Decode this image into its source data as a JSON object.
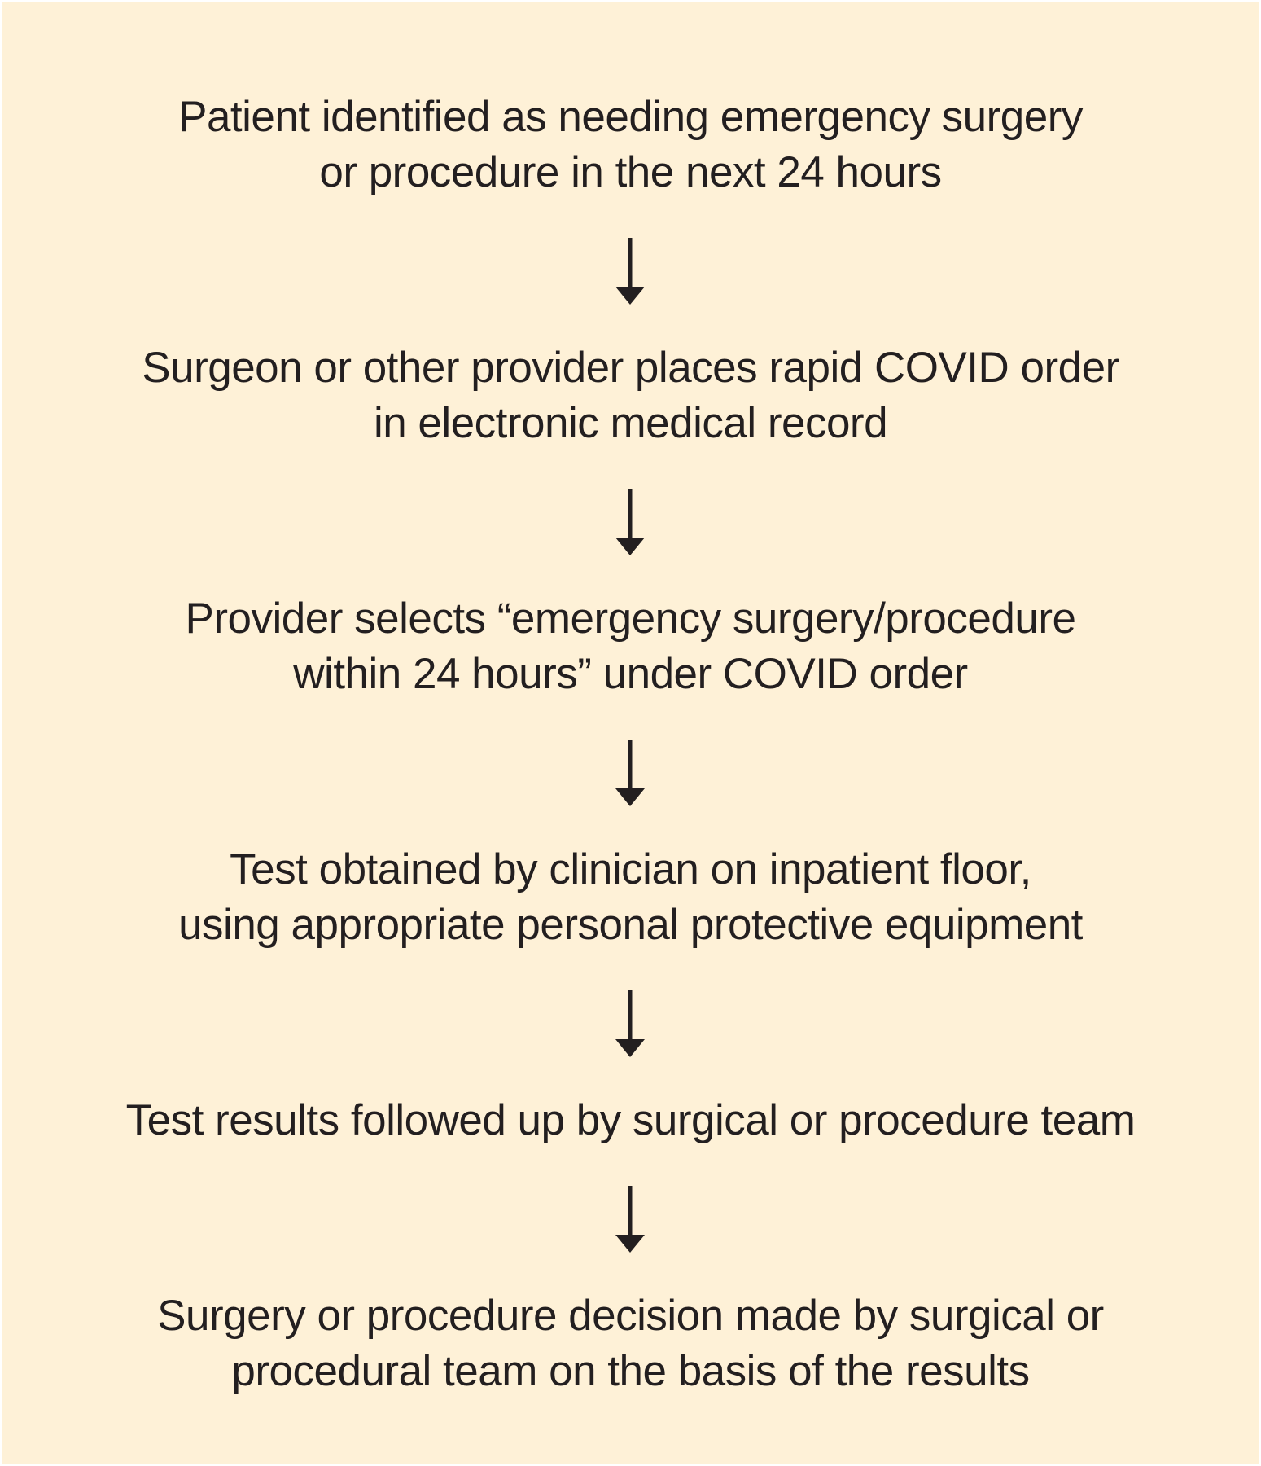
{
  "flowchart": {
    "steps": [
      {
        "lines": [
          "Patient identified as needing emergency surgery",
          "or procedure in the next 24 hours"
        ]
      },
      {
        "lines": [
          "Surgeon or other provider places rapid COVID order",
          "in electronic medical record"
        ]
      },
      {
        "lines": [
          "Provider selects “emergency surgery/procedure",
          "within 24 hours” under COVID order"
        ]
      },
      {
        "lines": [
          "Test obtained by clinician on inpatient floor,",
          "using appropriate personal protective equipment"
        ]
      },
      {
        "lines": [
          "Test results followed up by surgical or procedure team"
        ]
      },
      {
        "lines": [
          "Surgery or procedure decision made by surgical or",
          "procedural team on the basis of the results"
        ]
      }
    ],
    "colors": {
      "background": "#fef1d7",
      "text": "#231f20",
      "arrow": "#231f20"
    },
    "arrow_icon": "down-arrow-icon"
  }
}
